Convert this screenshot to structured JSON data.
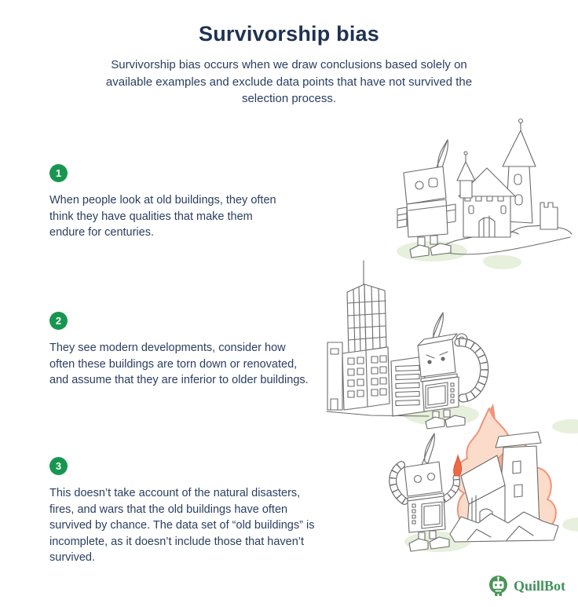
{
  "header": {
    "title": "Survivorship bias",
    "subtitle": "Survivorship bias occurs when we draw conclusions based solely on available examples and exclude data points that have not survived the selection process."
  },
  "steps": [
    {
      "number": "1",
      "text": "When people look at old buildings, they often think they have qualities that make them endure for centuries.",
      "illustration": "robot-admiring-old-castle"
    },
    {
      "number": "2",
      "text": "They see modern developments, consider how often these buildings are torn down or renovated, and assume that they are inferior to older buildings.",
      "illustration": "robot-frowning-at-modern-skyscrapers"
    },
    {
      "number": "3",
      "text": "This doesn’t take account of the natural disasters, fires, and wars that the old buildings have often survived by chance. The data set of “old buildings” is incomplete, as it doesn’t include those that haven’t survived.",
      "illustration": "robot-beside-burning-castle"
    }
  ],
  "branding": {
    "logo_text": "QuillBot"
  },
  "colors": {
    "step_badge_green": "#17964f",
    "brand_green": "#499557",
    "text_navy": "#2a3e60",
    "title_navy": "#1e3252",
    "shadow_green": "#e6f0dc",
    "flame_salmon": "#f0937b",
    "flame_light": "#fbdccb"
  }
}
